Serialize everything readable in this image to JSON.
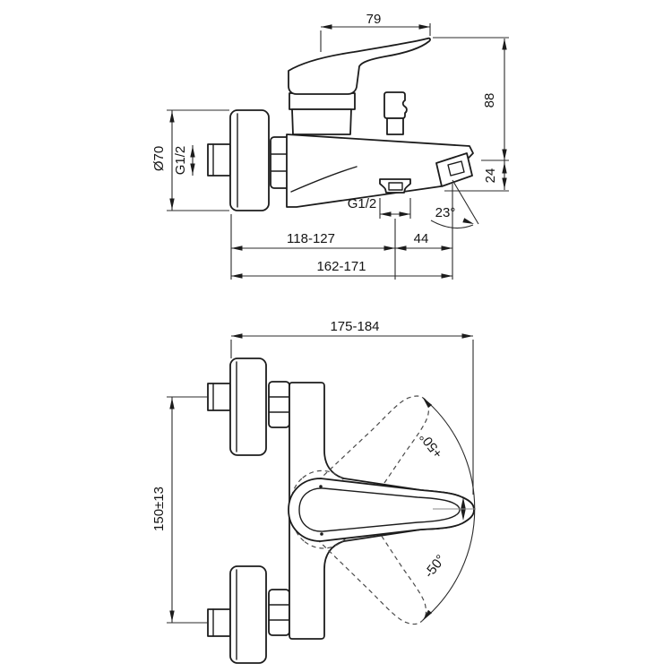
{
  "drawing": {
    "subject": "wall-mounted single-lever bath shower mixer - dimensional drawing",
    "background_color": "#ffffff",
    "line_color": "#1c1c1c",
    "dimension_line_color": "#2b2b2b"
  },
  "labels": {
    "side": {
      "handle_reach": "79",
      "overall_height": "88",
      "spout_drop": "24",
      "flange_diameter": "Ø70",
      "wall_inlet_thread": "G1/2",
      "shower_outlet_thread": "G1/2",
      "spout_angle": "23°",
      "wall_to_shower_outlet": "118-127",
      "shower_outlet_to_spout_tip": "44",
      "wall_to_spout_tip": "162-171"
    },
    "front": {
      "overall_depth": "175-184",
      "inlet_centres": "150±13",
      "handle_swing_up": "+50°",
      "handle_swing_down": "-50°"
    }
  }
}
